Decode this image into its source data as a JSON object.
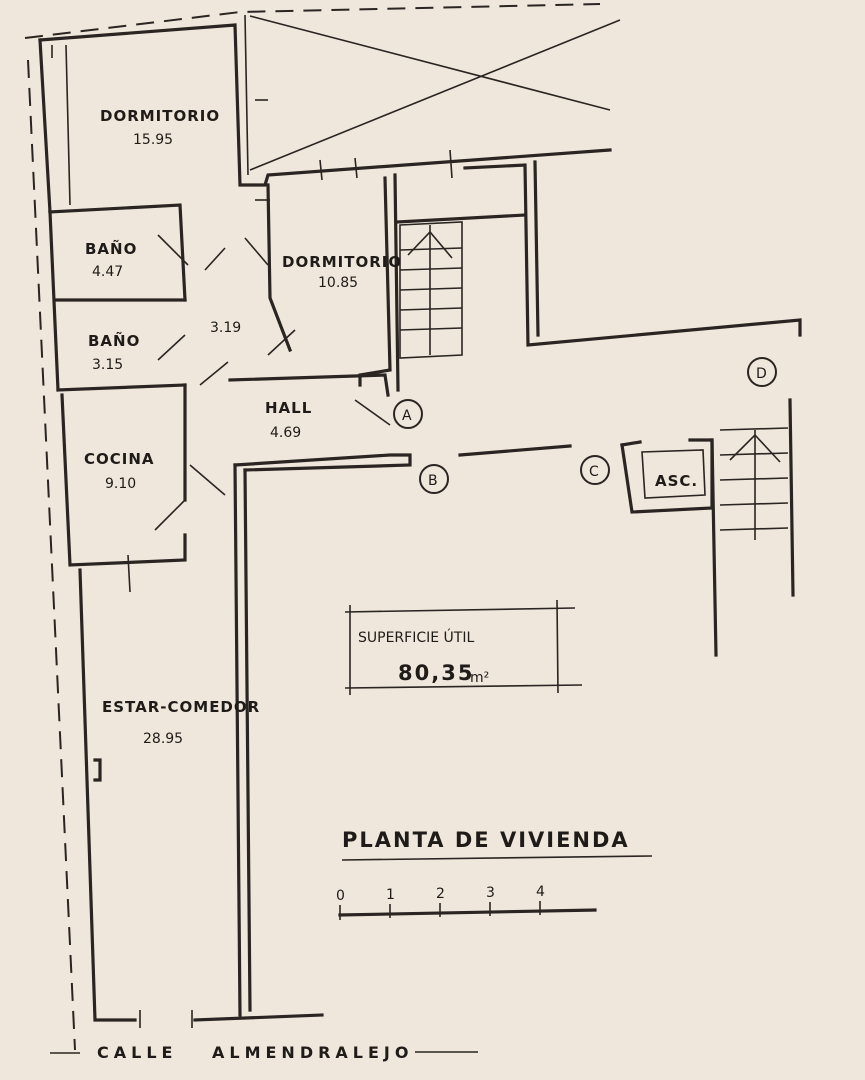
{
  "rooms": {
    "dormitorio_1": {
      "name": "DORMITORIO",
      "area": "15.95"
    },
    "dormitorio_2": {
      "name": "DORMITORIO",
      "area": "10.85"
    },
    "bano_1": {
      "name": "BAÑO",
      "area": "4.47"
    },
    "bano_2": {
      "name": "BAÑO",
      "area": "3.15"
    },
    "pasillo": {
      "area": "3.19"
    },
    "hall": {
      "name": "HALL",
      "area": "4.69"
    },
    "cocina": {
      "name": "COCINA",
      "area": "9.10"
    },
    "estar": {
      "name": "ESTAR-COMEDOR",
      "area": "28.95"
    },
    "ascensor": {
      "name": "ASC."
    }
  },
  "markers": [
    "A",
    "B",
    "C",
    "D"
  ],
  "superficie": {
    "label": "SUPERFICIE ÚTIL",
    "value": "80,35",
    "unit": "m²"
  },
  "title": "PLANTA DE VIVIENDA",
  "scale": {
    "ticks": [
      "0",
      "1",
      "2",
      "3",
      "4"
    ]
  },
  "street": {
    "prefix": "CALLE",
    "name": "ALMENDRALEJO"
  }
}
